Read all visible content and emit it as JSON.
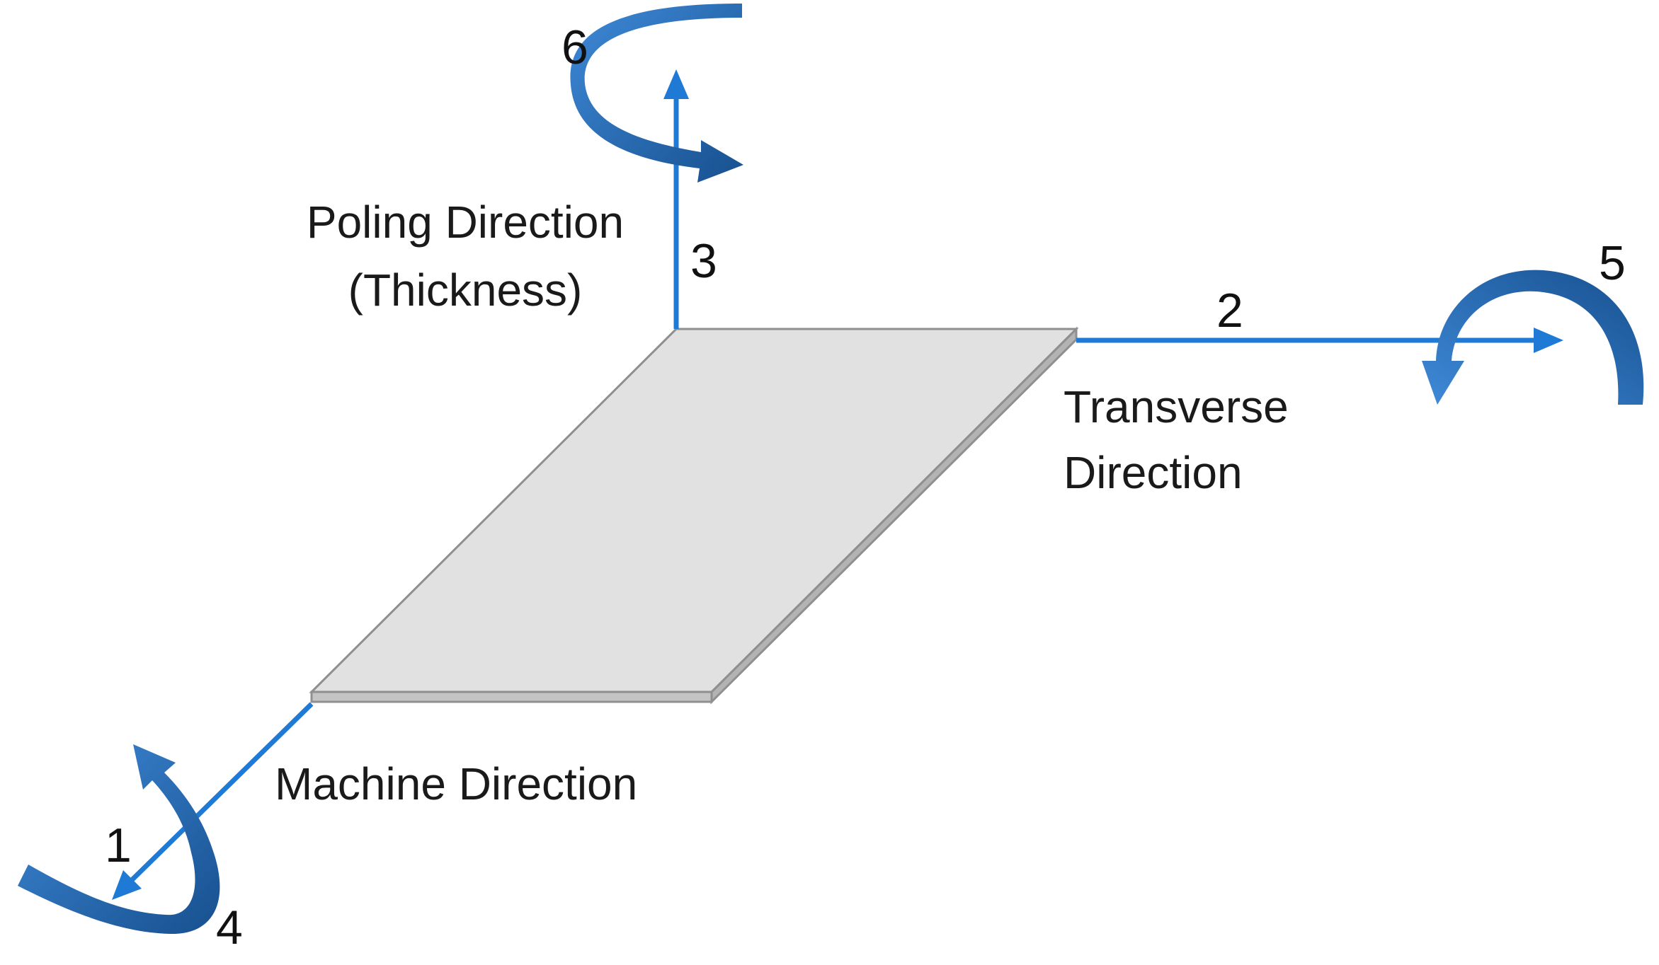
{
  "labels": {
    "poling_line1": "Poling Direction",
    "poling_line2": "(Thickness)",
    "transverse_line1": "Transverse",
    "transverse_line2": "Direction",
    "machine": "Machine Direction"
  },
  "axis_numbers": {
    "axis1": "1",
    "axis2": "2",
    "axis3": "3",
    "rot4": "4",
    "rot5": "5",
    "rot6": "6"
  },
  "colors": {
    "axis": "#1f7ad6",
    "rotation_arrow": "#2b73c2",
    "rotation_arrow_dark": "#17508f",
    "plate_fill": "#e1e1e1",
    "plate_edge": "#b7b7b7",
    "plate_stroke": "#8f8f8f"
  }
}
